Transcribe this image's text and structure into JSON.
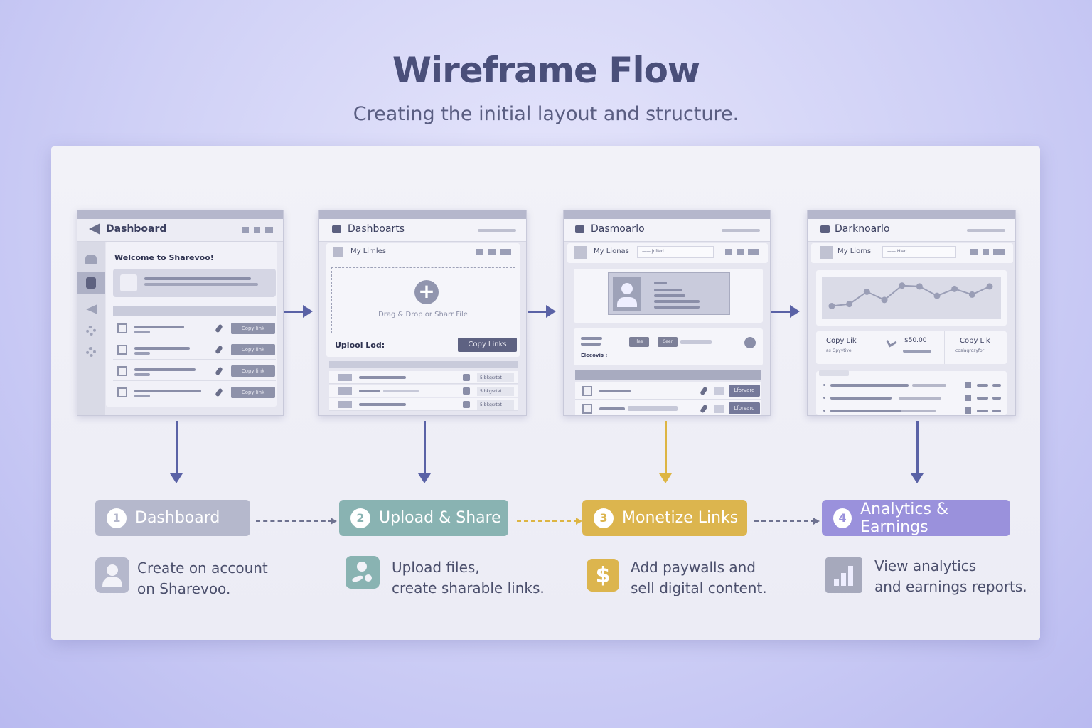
{
  "title": "Wireframe Flow",
  "subtitle": "Creating the initial layout and structure.",
  "colors": {
    "step1": "#b5b8cc",
    "step2": "#89b3b2",
    "step3": "#dcb54e",
    "step4": "#9a91dc",
    "arrow": "#5a62a6",
    "yellow_arrow": "#ddb543"
  },
  "mockups": [
    {
      "title": "Dashboard",
      "welcome": "Welcome to Sharevoo!",
      "row_button": "Copy link"
    },
    {
      "title": "Dashboarts",
      "section": "My Limles",
      "drop_text": "Drag & Drop or Sharr File",
      "upload_label": "Upiool Lod:",
      "copy_button": "Copy Links",
      "row_tag": "5 bkgsrtet"
    },
    {
      "title": "Dasmoarlo",
      "section": "My Lionas",
      "search_value": "—— jnlfed",
      "label": "Elecovis :",
      "btn_a": "Iles",
      "btn_b": "Ceer",
      "row_button": "Lforvard"
    },
    {
      "title": "Darknoarlo",
      "section": "My Lioms",
      "search_value": "—— Hled",
      "stat1_title": "Copy Lik",
      "stat1_sub": "as Gpyytive",
      "stat2_title": "$50.00",
      "stat3_title": "Copy Lik",
      "stat3_sub": "coslagrosyfor",
      "sparkline": [
        2,
        2.5,
        5.5,
        3.5,
        7,
        6.8,
        4.5,
        6.2,
        4.8,
        6.8
      ]
    }
  ],
  "steps": [
    {
      "num": "1",
      "label": "Dashboard",
      "icon": "user-icon",
      "desc1": "Create on account",
      "desc2": "on Sharevoo."
    },
    {
      "num": "2",
      "label": "Upload & Share",
      "icon": "share-icon",
      "desc1": "Upload files,",
      "desc2": "create sharable links."
    },
    {
      "num": "3",
      "label": "Monetize Links",
      "icon": "dollar-icon",
      "icon_text": "$",
      "desc1": "Add paywalls and",
      "desc2": "sell digital content."
    },
    {
      "num": "4",
      "label": "Analytics & Earnings",
      "icon": "bar-chart-icon",
      "desc1": "View analytics",
      "desc2": "and earnings reports."
    }
  ]
}
